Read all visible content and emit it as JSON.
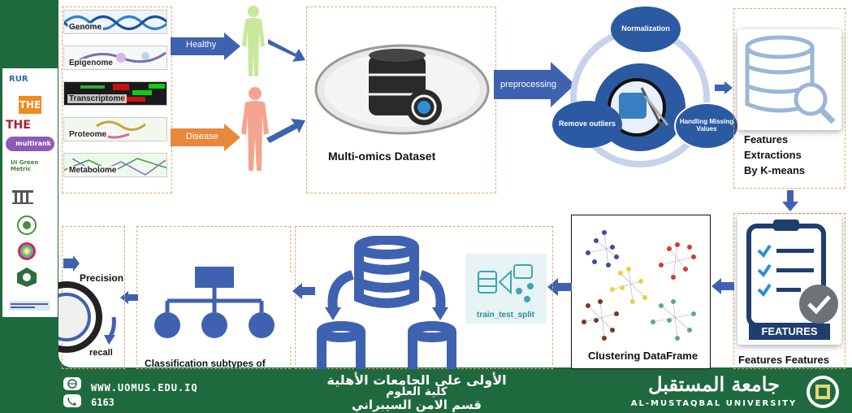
{
  "left_logos": [
    "RUR",
    "THE",
    "THE",
    "multirank",
    "UI Green Metric"
  ],
  "omics": [
    "Genome",
    "Epigenome",
    "Transcriptome",
    "Proteome",
    "Metabolome"
  ],
  "flow": {
    "healthy": "Healthy",
    "disease": "Disease",
    "dataset": "Multi-omics Dataset",
    "preprocessing": "preprocessing",
    "normalization": "Normalization",
    "remove_outliers": "Remove outliers",
    "handling_missing": "Handling Missing Values",
    "features_extraction": [
      "Features",
      "Extractions",
      "By K-means"
    ],
    "features_badge": "FEATURES",
    "features_features": "Features Features",
    "clustering": "Clustering DataFrame",
    "train_test_split": "train_test_split",
    "classification": "Classification subtypes of",
    "precision": "Precision",
    "recall": "recall"
  },
  "footer": {
    "website": "WWW.UOMUS.EDU.IQ",
    "phone": "6163",
    "arabic_line1": "الأولى على الجامعات الأهلية",
    "arabic_line2": "كلية العلوم",
    "arabic_line3": "قسم الامن السيبراني",
    "univ_arabic": "جامعة المستقبل",
    "univ_english": "AL-MUSTAQBAL UNIVERSITY"
  },
  "colors": {
    "green": "#1e6a3e",
    "blue": "#3f62b0",
    "orange": "#e8883a",
    "dashed": "#e3a76a"
  }
}
